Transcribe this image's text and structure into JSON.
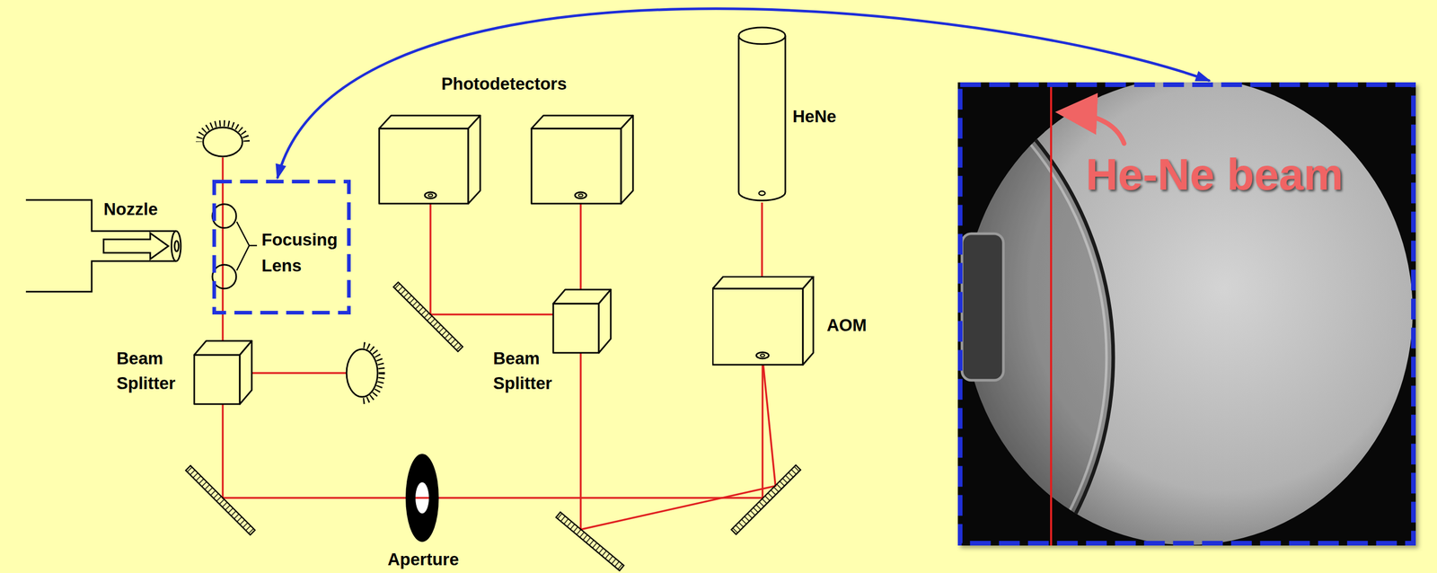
{
  "diagram": {
    "nodes": [
      {
        "text": [
          "Focusing Lens"
        ]
      },
      {
        "text": [
          "He-Ne beam"
        ]
      },
      {
        "text": [
          "HeNe"
        ]
      },
      {
        "text": [
          "AOM"
        ]
      }
    ],
    "edges": [
      {
        "from": 0,
        "to": 1,
        "arrow": "both"
      },
      {
        "from": 2,
        "to": 3,
        "arrow": "none"
      }
    ],
    "labels": [
      "Nozzle",
      "Photodetectors",
      "Beam Splitter",
      "Beam Splitter",
      "Aperture"
    ]
  }
}
